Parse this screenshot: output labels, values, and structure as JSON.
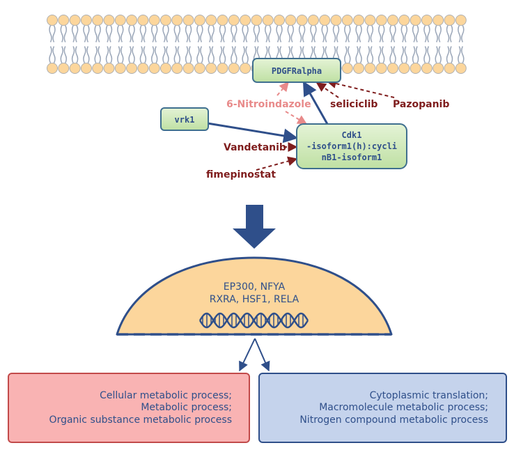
{
  "membrane": {
    "label": "",
    "head_color": "#fcd69c",
    "head_stroke": "#b0b0b0"
  },
  "nodes": {
    "pdgfr": {
      "label": "PDGFRalpha"
    },
    "vrk1": {
      "label": "vrk1"
    },
    "cdk1": {
      "lines": [
        "Cdk1",
        "-isoform1(h):cycli",
        "nB1-isoform1"
      ]
    }
  },
  "drugs": {
    "nitroindazole": {
      "label": "6-Nitroindazole",
      "color": "#e88a8a"
    },
    "seliciclib": {
      "label": "seliciclib",
      "color": "#7f1d1d"
    },
    "pazopanib": {
      "label": "Pazopanib",
      "color": "#7f1d1d"
    },
    "vandetanib": {
      "label": "Vandetanib",
      "color": "#7f1d1d"
    },
    "fimepinostat": {
      "label": "fimepinostat",
      "color": "#7f1d1d"
    }
  },
  "nucleus": {
    "tf_lines": [
      "EP300, NFYA",
      "RXRA, HSF1, RELA"
    ],
    "fill": "#fcd69c",
    "stroke": "#2f4f8a"
  },
  "processes": {
    "left": {
      "lines": [
        "Cellular metabolic process;",
        "Metabolic process;",
        "Organic substance metabolic process"
      ],
      "fill": "#f9b3b3",
      "stroke": "#c24a4a",
      "text_color": "#2f4f8a"
    },
    "right": {
      "lines": [
        "Cytoplasmic translation;",
        "Macromolecule metabolic process;",
        "Nitrogen compound metabolic process"
      ],
      "fill": "#c5d3ec",
      "stroke": "#2f4f8a",
      "text_color": "#2f4f8a"
    }
  },
  "colors": {
    "activation": "#2f4f8a",
    "node_fill": "#cfe8b8",
    "node_stroke": "#3f6f8f",
    "big_arrow": "#2f4f8a"
  }
}
